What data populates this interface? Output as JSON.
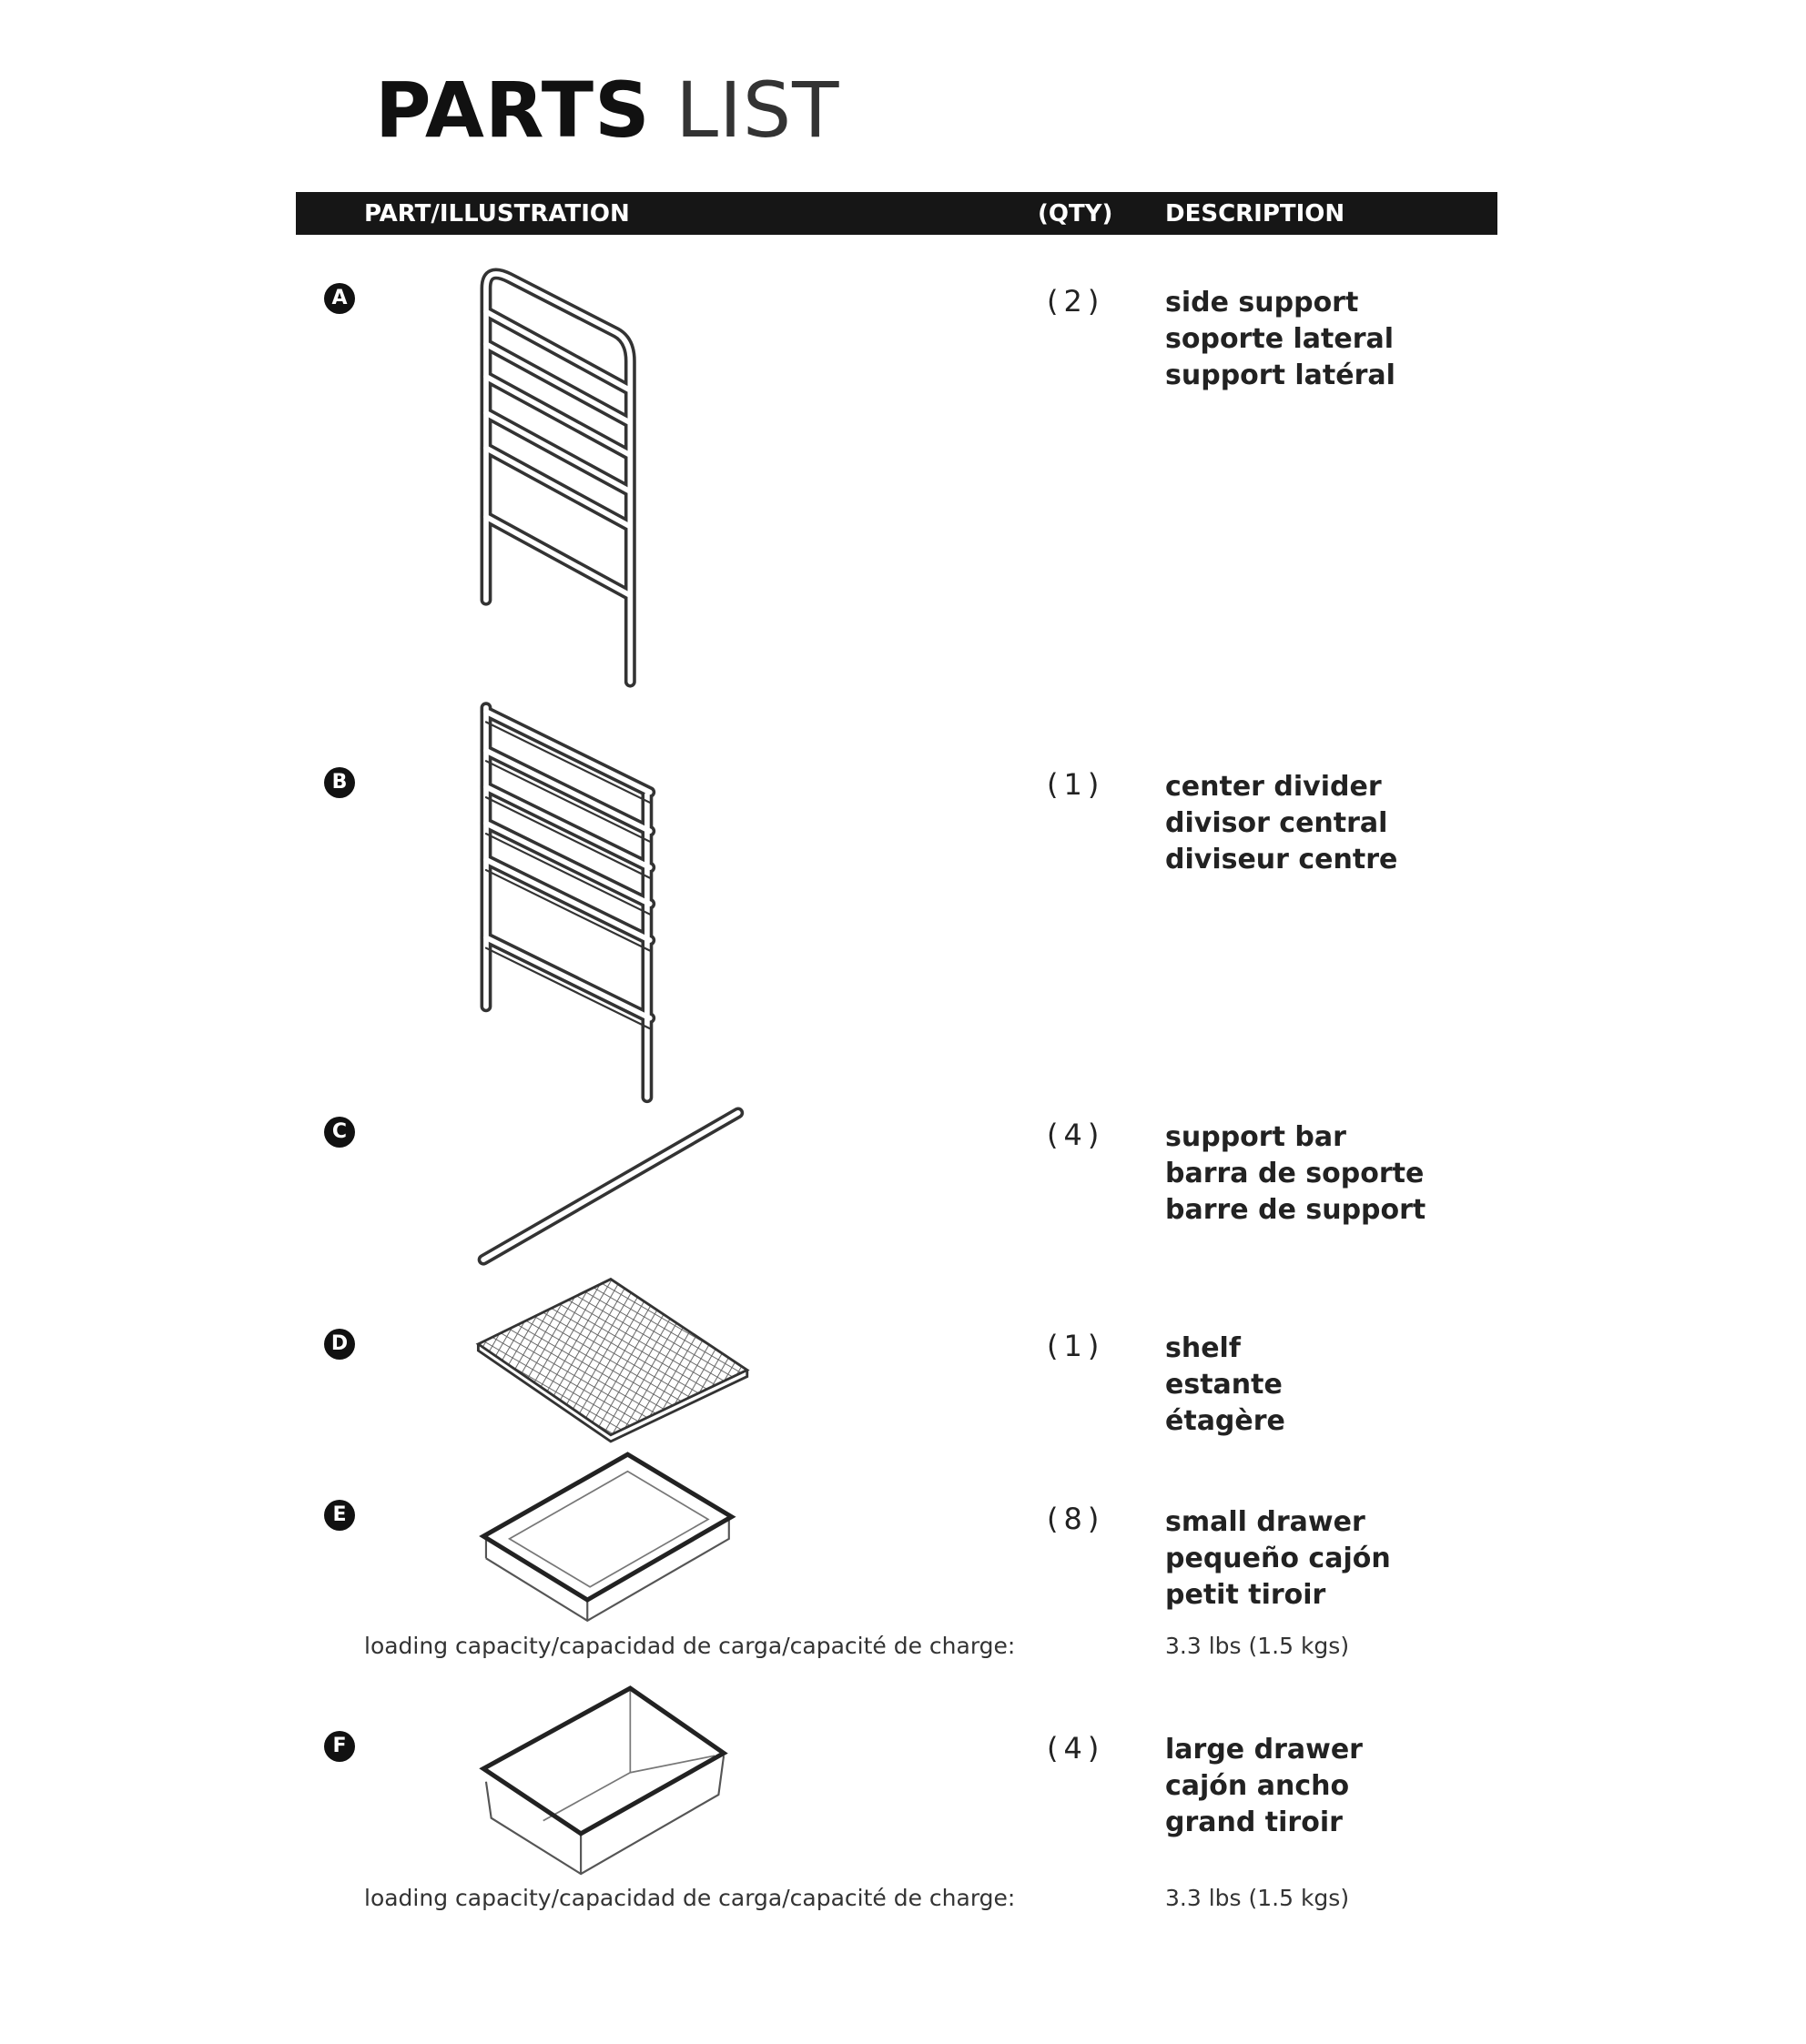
{
  "title": {
    "bold": "PARTS",
    "light": "LIST"
  },
  "header": {
    "part": "PART/ILLUSTRATION",
    "qty": "(QTY)",
    "description": "DESCRIPTION"
  },
  "parts": [
    {
      "letter": "A",
      "qty": "(2)",
      "desc": [
        "side support",
        "soporte lateral",
        "support latéral"
      ]
    },
    {
      "letter": "B",
      "qty": "(1)",
      "desc": [
        "center divider",
        "divisor central",
        "diviseur centre"
      ]
    },
    {
      "letter": "C",
      "qty": "(4)",
      "desc": [
        "support bar",
        "barra de soporte",
        "barre de support"
      ]
    },
    {
      "letter": "D",
      "qty": "(1)",
      "desc": [
        "shelf",
        "estante",
        "étagère"
      ]
    },
    {
      "letter": "E",
      "qty": "(8)",
      "desc": [
        "small drawer",
        "pequeño cajón",
        "petit tiroir"
      ],
      "capacity_label": "loading capacity/capacidad de carga/capacité de charge:",
      "capacity_value": "3.3 lbs (1.5 kgs)"
    },
    {
      "letter": "F",
      "qty": "(4)",
      "desc": [
        "large drawer",
        "cajón ancho",
        "grand tiroir"
      ],
      "capacity_label": "loading capacity/capacidad de carga/capacité de charge:",
      "capacity_value": "3.3 lbs (1.5 kgs)"
    }
  ]
}
